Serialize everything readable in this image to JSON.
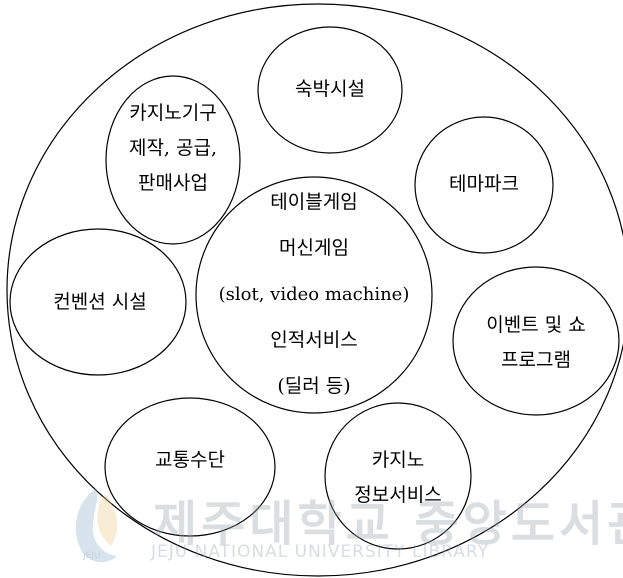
{
  "diagram": {
    "center": {
      "line1": "테이블게임",
      "line2": "머신게임",
      "line3": "(slot, video machine)",
      "line4": "인적서비스",
      "line5": "(딜러 등)"
    },
    "lodging": {
      "line1": "숙박시설"
    },
    "casino_equipment": {
      "line1": "카지노기구",
      "line2": "제작, 공급,",
      "line3": "판매사업"
    },
    "theme_park": {
      "line1": "테마파크"
    },
    "convention": {
      "line1": "컨벤션 시설"
    },
    "events": {
      "line1": "이벤트 및 쇼",
      "line2": "프로그램"
    },
    "transportation": {
      "line1": "교통수단"
    },
    "casino_info": {
      "line1": "카지노",
      "line2": "정보서비스"
    }
  },
  "watermark": {
    "title": "제주대학교 중앙도서관",
    "subtitle": "JEJU NATIONAL UNIVERSITY LIBRARY",
    "logo_text": "JEJU"
  }
}
